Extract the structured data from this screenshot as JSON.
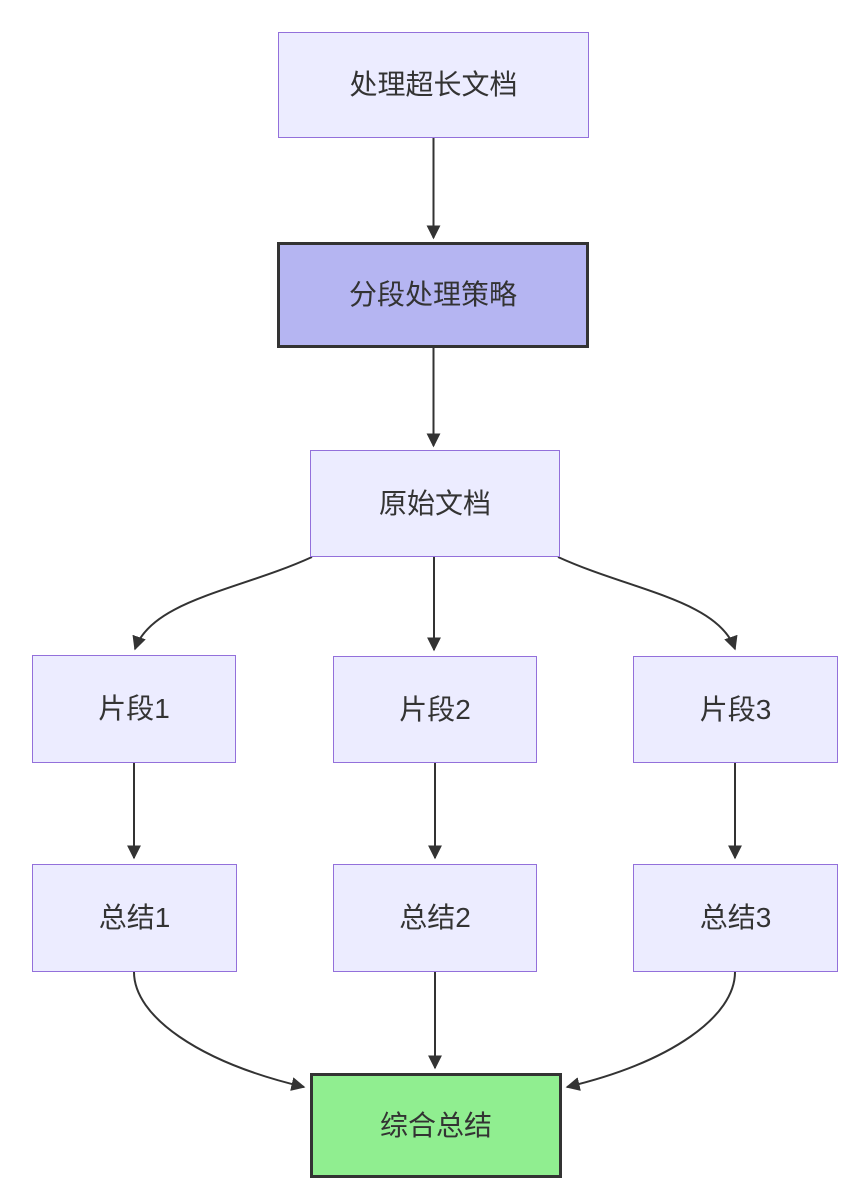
{
  "diagram": {
    "type": "flowchart",
    "direction": "top-down",
    "nodes": [
      {
        "id": "A",
        "label": "处理超长文档",
        "style": "default"
      },
      {
        "id": "B",
        "label": "分段处理策略",
        "style": "highlight"
      },
      {
        "id": "C",
        "label": "原始文档",
        "style": "default"
      },
      {
        "id": "D1",
        "label": "片段1",
        "style": "default"
      },
      {
        "id": "D2",
        "label": "片段2",
        "style": "default"
      },
      {
        "id": "D3",
        "label": "片段3",
        "style": "default"
      },
      {
        "id": "E1",
        "label": "总结1",
        "style": "default"
      },
      {
        "id": "E2",
        "label": "总结2",
        "style": "default"
      },
      {
        "id": "E3",
        "label": "总结3",
        "style": "default"
      },
      {
        "id": "F",
        "label": "综合总结",
        "style": "result"
      }
    ],
    "edges": [
      {
        "from": "A",
        "to": "B"
      },
      {
        "from": "B",
        "to": "C"
      },
      {
        "from": "C",
        "to": "D1"
      },
      {
        "from": "C",
        "to": "D2"
      },
      {
        "from": "C",
        "to": "D3"
      },
      {
        "from": "D1",
        "to": "E1"
      },
      {
        "from": "D2",
        "to": "E2"
      },
      {
        "from": "D3",
        "to": "E3"
      },
      {
        "from": "E1",
        "to": "F"
      },
      {
        "from": "E2",
        "to": "F"
      },
      {
        "from": "E3",
        "to": "F"
      }
    ],
    "colors": {
      "node_fill": "#ECECFF",
      "node_border": "#9370DB",
      "highlight_fill": "#B5B5F2",
      "result_fill": "#90EE90",
      "dark_border": "#333333",
      "edge": "#333333",
      "text": "#333333",
      "background": "#FFFFFF"
    }
  }
}
